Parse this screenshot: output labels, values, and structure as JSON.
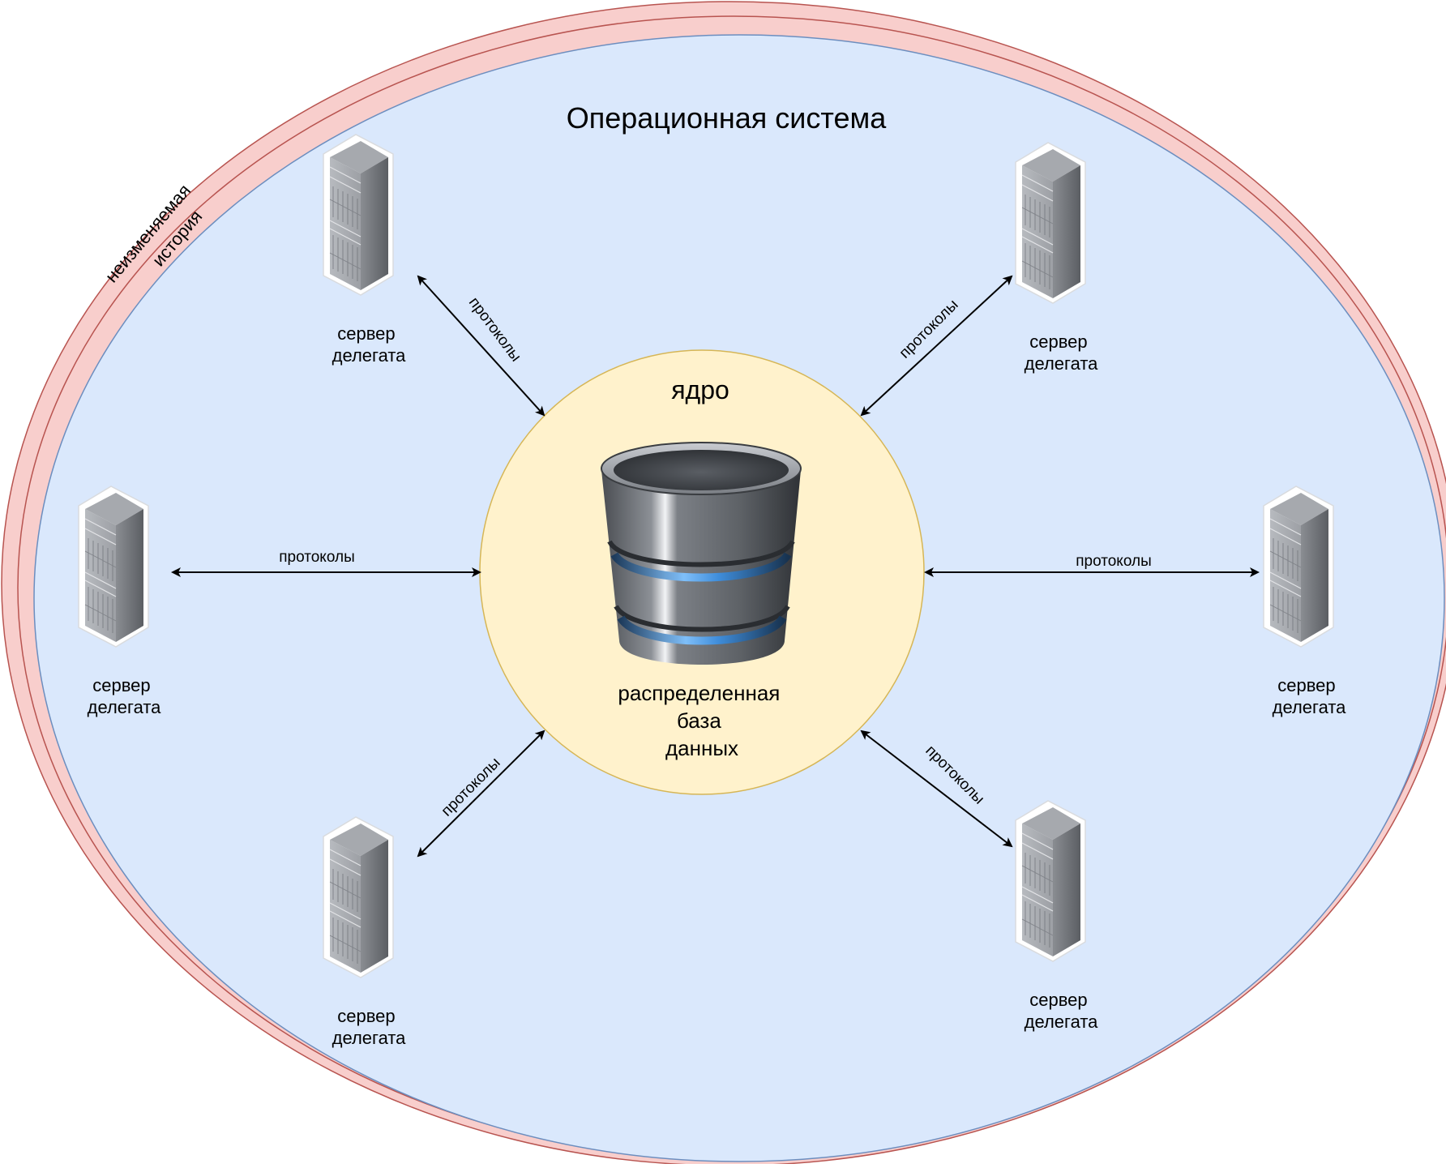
{
  "diagram": {
    "title": "Операционная система",
    "history_label": [
      "неизменяемая",
      "история"
    ],
    "core": {
      "title": "ядро",
      "db_label": [
        "распределенная",
        "база",
        "данных"
      ]
    },
    "protocol_label": "протоколы",
    "servers": [
      {
        "id": "top-left",
        "label": [
          "сервер",
          "делегата"
        ]
      },
      {
        "id": "top-right",
        "label": [
          "сервер",
          "делегата"
        ]
      },
      {
        "id": "left",
        "label": [
          "сервер",
          "делегата"
        ]
      },
      {
        "id": "right",
        "label": [
          "сервер",
          "делегата"
        ]
      },
      {
        "id": "bottom-left",
        "label": [
          "сервер",
          "делегата"
        ]
      },
      {
        "id": "bottom-right",
        "label": [
          "сервер",
          "делегата"
        ]
      }
    ],
    "colors": {
      "history_fill": "#F8CECC",
      "history_stroke": "#B85450",
      "system_fill": "#DAE8FC",
      "system_stroke": "#6C8EBF",
      "core_fill": "#FFF2CC",
      "core_stroke": "#D6B656"
    }
  }
}
